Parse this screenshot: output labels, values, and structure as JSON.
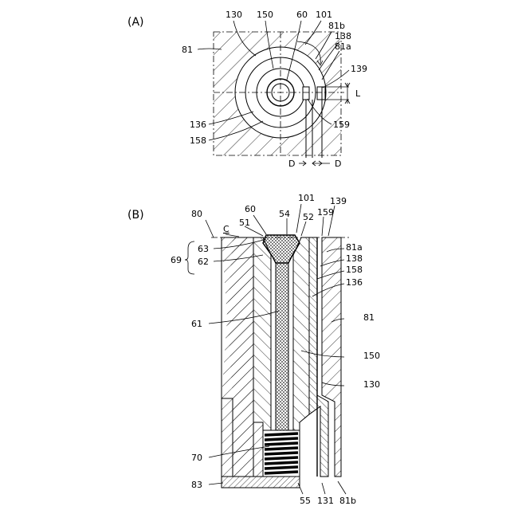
{
  "figure": {
    "panel_a": {
      "title": "(A)",
      "labels": {
        "l130": "130",
        "l150": "150",
        "l60": "60",
        "l101": "101",
        "l81b": "81b",
        "l138": "138",
        "l81a": "81a",
        "l81": "81",
        "l139": "139",
        "lL": "L",
        "l136": "136",
        "l158": "158",
        "l159": "159",
        "lD1": "D",
        "lD2": "D"
      }
    },
    "panel_b": {
      "title": "(B)",
      "labels": {
        "l80": "80",
        "lC": "C",
        "l60": "60",
        "l51": "51",
        "l101": "101",
        "l54": "54",
        "l52": "52",
        "l159": "159",
        "l139": "139",
        "l81a": "81a",
        "l63": "63",
        "l69": "69",
        "l62": "62",
        "l138": "138",
        "l158": "158",
        "l136": "136",
        "l61": "61",
        "l81": "81",
        "l150": "150",
        "l130": "130",
        "l70": "70",
        "l83": "83",
        "l55": "55",
        "l131": "131",
        "l81b": "81b"
      }
    },
    "colors": {
      "line": "#000000",
      "background": "#ffffff"
    }
  }
}
